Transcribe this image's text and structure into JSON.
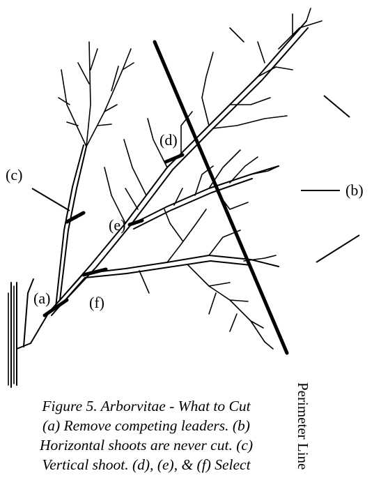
{
  "labels": {
    "a": "(a)",
    "b": "(b)",
    "c": "(c)",
    "d": "(d)",
    "e": "(e)",
    "f": "(f)"
  },
  "perimeter_label": "Perimeter Line",
  "caption": {
    "line1": "Figure 5. Arborvitae - What to Cut",
    "line2": "(a) Remove competing leaders. (b)",
    "line3": "Horizontal shoots are never cut. (c)",
    "line4": "Vertical shoot. (d), (e), & (f) Select"
  }
}
